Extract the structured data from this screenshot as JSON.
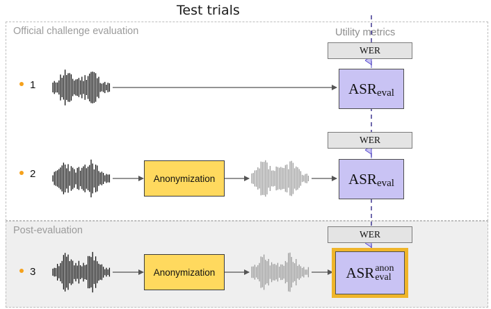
{
  "title": "Test trials",
  "regions": {
    "official_label": "Official challenge evaluation",
    "post_label": "Post-evaluation"
  },
  "utility_label": "Utility metrics",
  "colors": {
    "bullet": "#f5a11c",
    "anonymization_box": "#ffd95e",
    "asr_box": "#c9c3f4",
    "wer_box": "#e4e4e4",
    "highlight_border": "#efb52a",
    "post_region_bg": "#efefef"
  },
  "trials": [
    {
      "number": "1",
      "has_anonymization": false
    },
    {
      "number": "2",
      "has_anonymization": true
    },
    {
      "number": "3",
      "has_anonymization": true
    }
  ],
  "boxes": {
    "anonymization": "Anonymization",
    "wer": "WER",
    "asr_main": "ASR",
    "asr_sub": "eval",
    "asr_sup": "anon"
  }
}
